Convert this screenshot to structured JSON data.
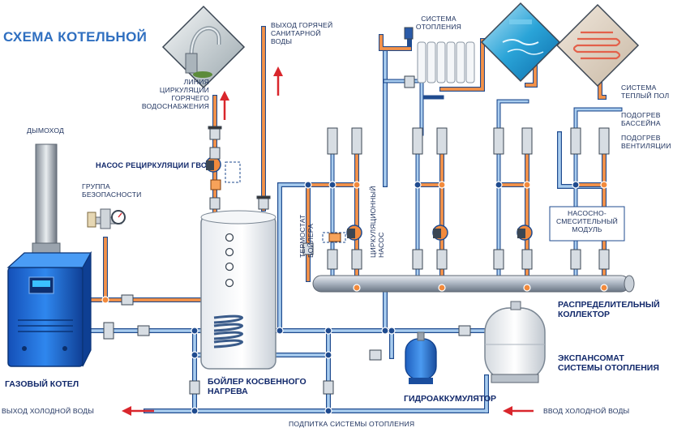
{
  "title": "СХЕМА КОТЕЛЬНОЙ",
  "labels": {
    "chimney": "ДЫМОХОД",
    "dhw_pump": "НАСОС РЕЦИРКУЛЯЦИИ ГВС",
    "safety_group": "ГРУППА\nБЕЗОПАСНОСТИ",
    "gas_boiler": "ГАЗОВЫЙ КОТЕЛ",
    "cold_out": "ВЫХОД ХОЛОДНОЙ ВОДЫ",
    "cold_in": "ВВОД ХОЛОДНОЙ ВОДЫ",
    "makeup": "ПОДПИТКА СИСТЕМЫ ОТОПЛЕНИЯ",
    "indirect_boiler": "БОЙЛЕР КОСВЕННОГО\nНАГРЕВА",
    "hydro_accumulator": "ГИДРОАККУМУЛЯТОР",
    "expansion": "ЭКСПАНСОМАТ\nСИСТЕМЫ ОТОПЛЕНИЯ",
    "collector": "РАСПРЕДЕЛИТЕЛЬНЫЙ\nКОЛЛЕКТОР",
    "mixing_module": "НАСОСНО-\nСМЕСИТЕЛЬНЫЙ\nМОДУЛЬ",
    "hot_out": "ВЫХОД ГОРЯЧЕЙ\nСАНИТАРНОЙ\nВОДЫ",
    "dhw_line": "ЛИНИЯ\nЦИРКУЛЯЦИИ\nГОРЯЧЕГО\nВОДОСНАБЖЕНИЯ",
    "heating": "СИСТЕМА\nОТОПЛЕНИЯ",
    "floor": "СИСТЕМА\nТЕПЛЫЙ ПОЛ",
    "pool": "ПОДОГРЕВ\nБАССЕЙНА",
    "vent": "ПОДОГРЕВ\nВЕНТИЛЯЦИИ",
    "thermostat": "ТЕРМОСТАТ\nБОЙЛЕРА",
    "circ_pump": "ЦИРКУЛЯЦИОННЫЙ\nНАСОС"
  },
  "colors": {
    "hot_pipe": "#f28a3c",
    "cold_pipe": "#9fc3e6",
    "pipe_outline": "#1f4b8f",
    "boiler_blue": "#1d6fd8",
    "title": "#2f6fc0",
    "text": "#1b2f5c",
    "arrow": "#d9262c"
  },
  "icons": [
    "valve-icon",
    "pump-icon",
    "manometer-icon",
    "radiator-icon",
    "tap-icon",
    "pool-icon",
    "floor-heating-icon",
    "arrow-up-icon",
    "arrow-left-icon"
  ]
}
